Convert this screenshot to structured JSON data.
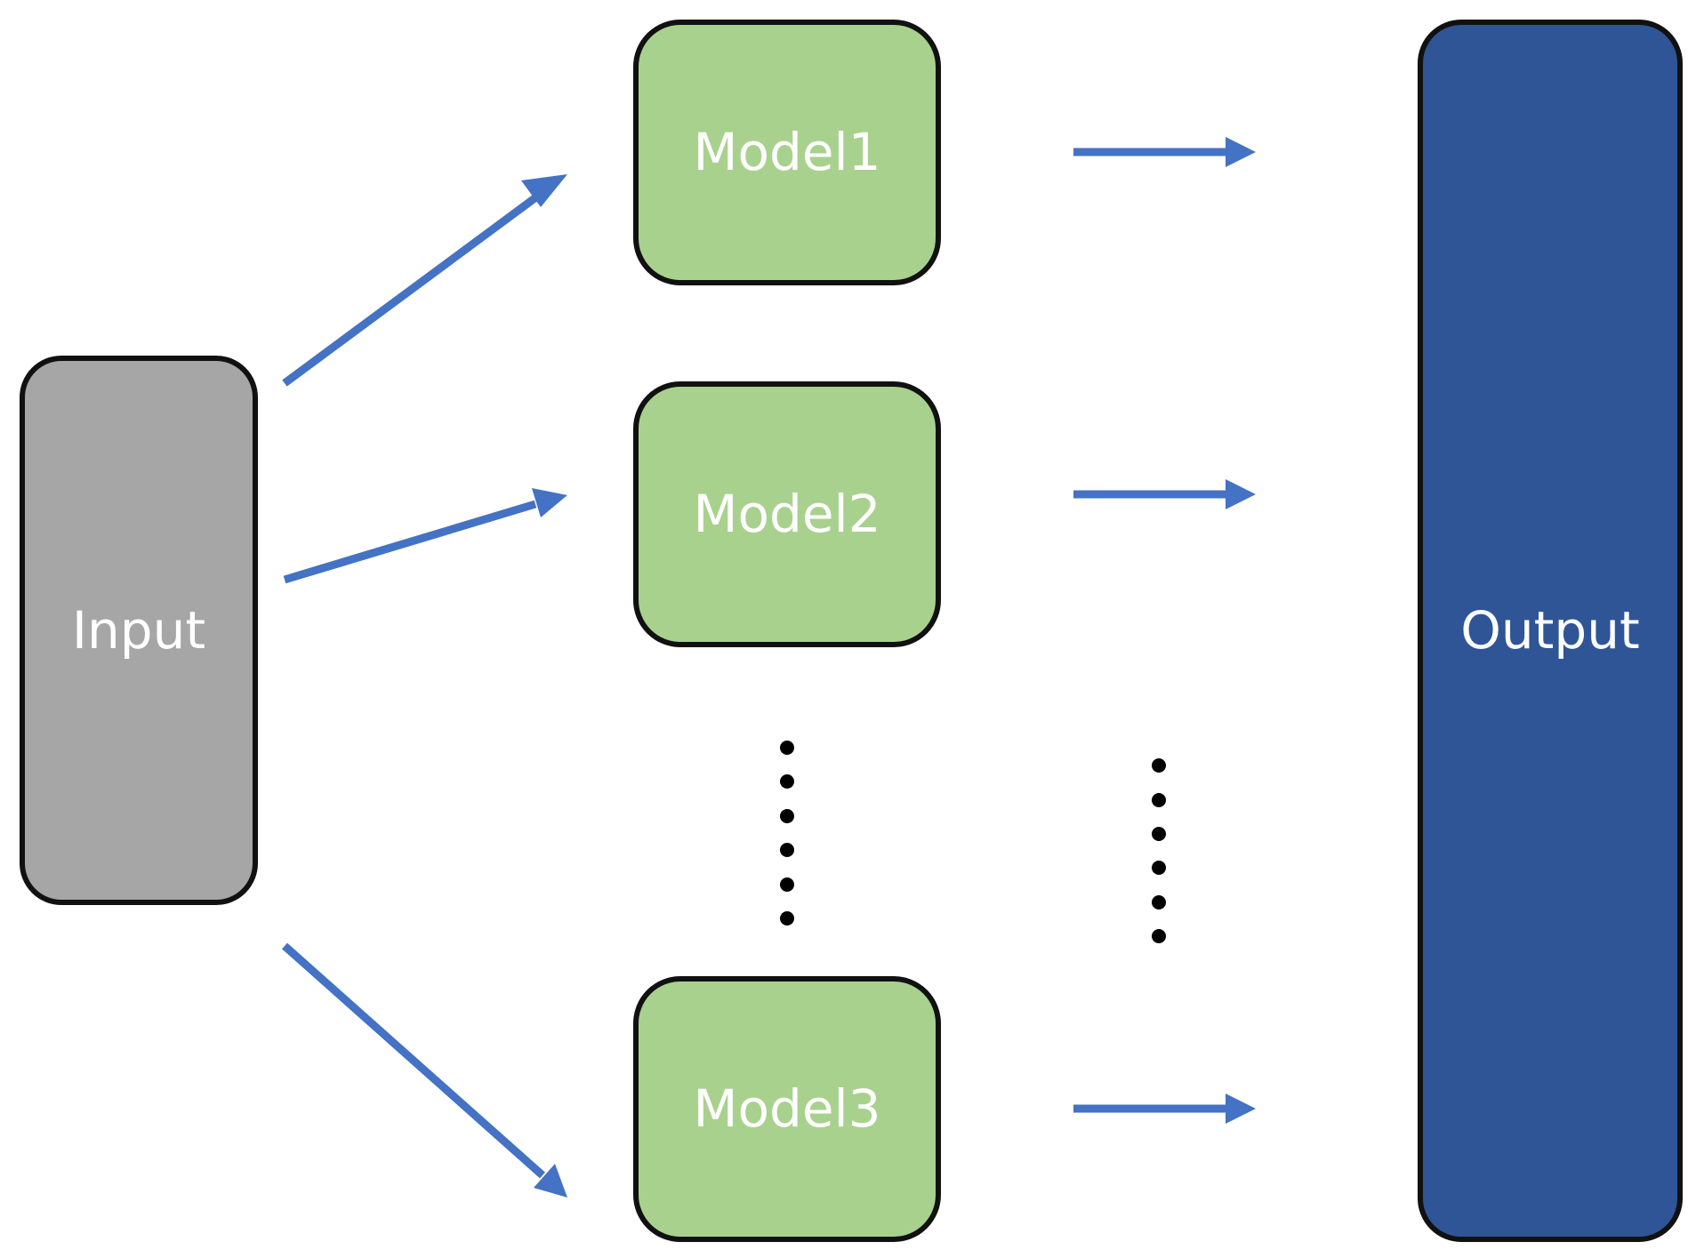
{
  "nodes": {
    "input": {
      "label": "Input"
    },
    "model1": {
      "label": "Model1"
    },
    "model2": {
      "label": "Model2"
    },
    "model3": {
      "label": "Model3"
    },
    "output": {
      "label": "Output"
    }
  },
  "colors": {
    "input_fill": "#a6a6a6",
    "model_fill": "#a9d18e",
    "output_fill": "#2f5597",
    "arrow": "#4472c4",
    "border": "#111111",
    "label_text": "#ffffff",
    "ellipsis_dots": "#000000"
  },
  "edges": [
    {
      "from": "input",
      "to": "model1"
    },
    {
      "from": "input",
      "to": "model2"
    },
    {
      "from": "input",
      "to": "model3"
    },
    {
      "from": "model1",
      "to": "output"
    },
    {
      "from": "model2",
      "to": "output"
    },
    {
      "from": "model3",
      "to": "output"
    }
  ],
  "ellipsis_marks": [
    "between-model2-and-model3",
    "between-model-and-output-arrows"
  ]
}
